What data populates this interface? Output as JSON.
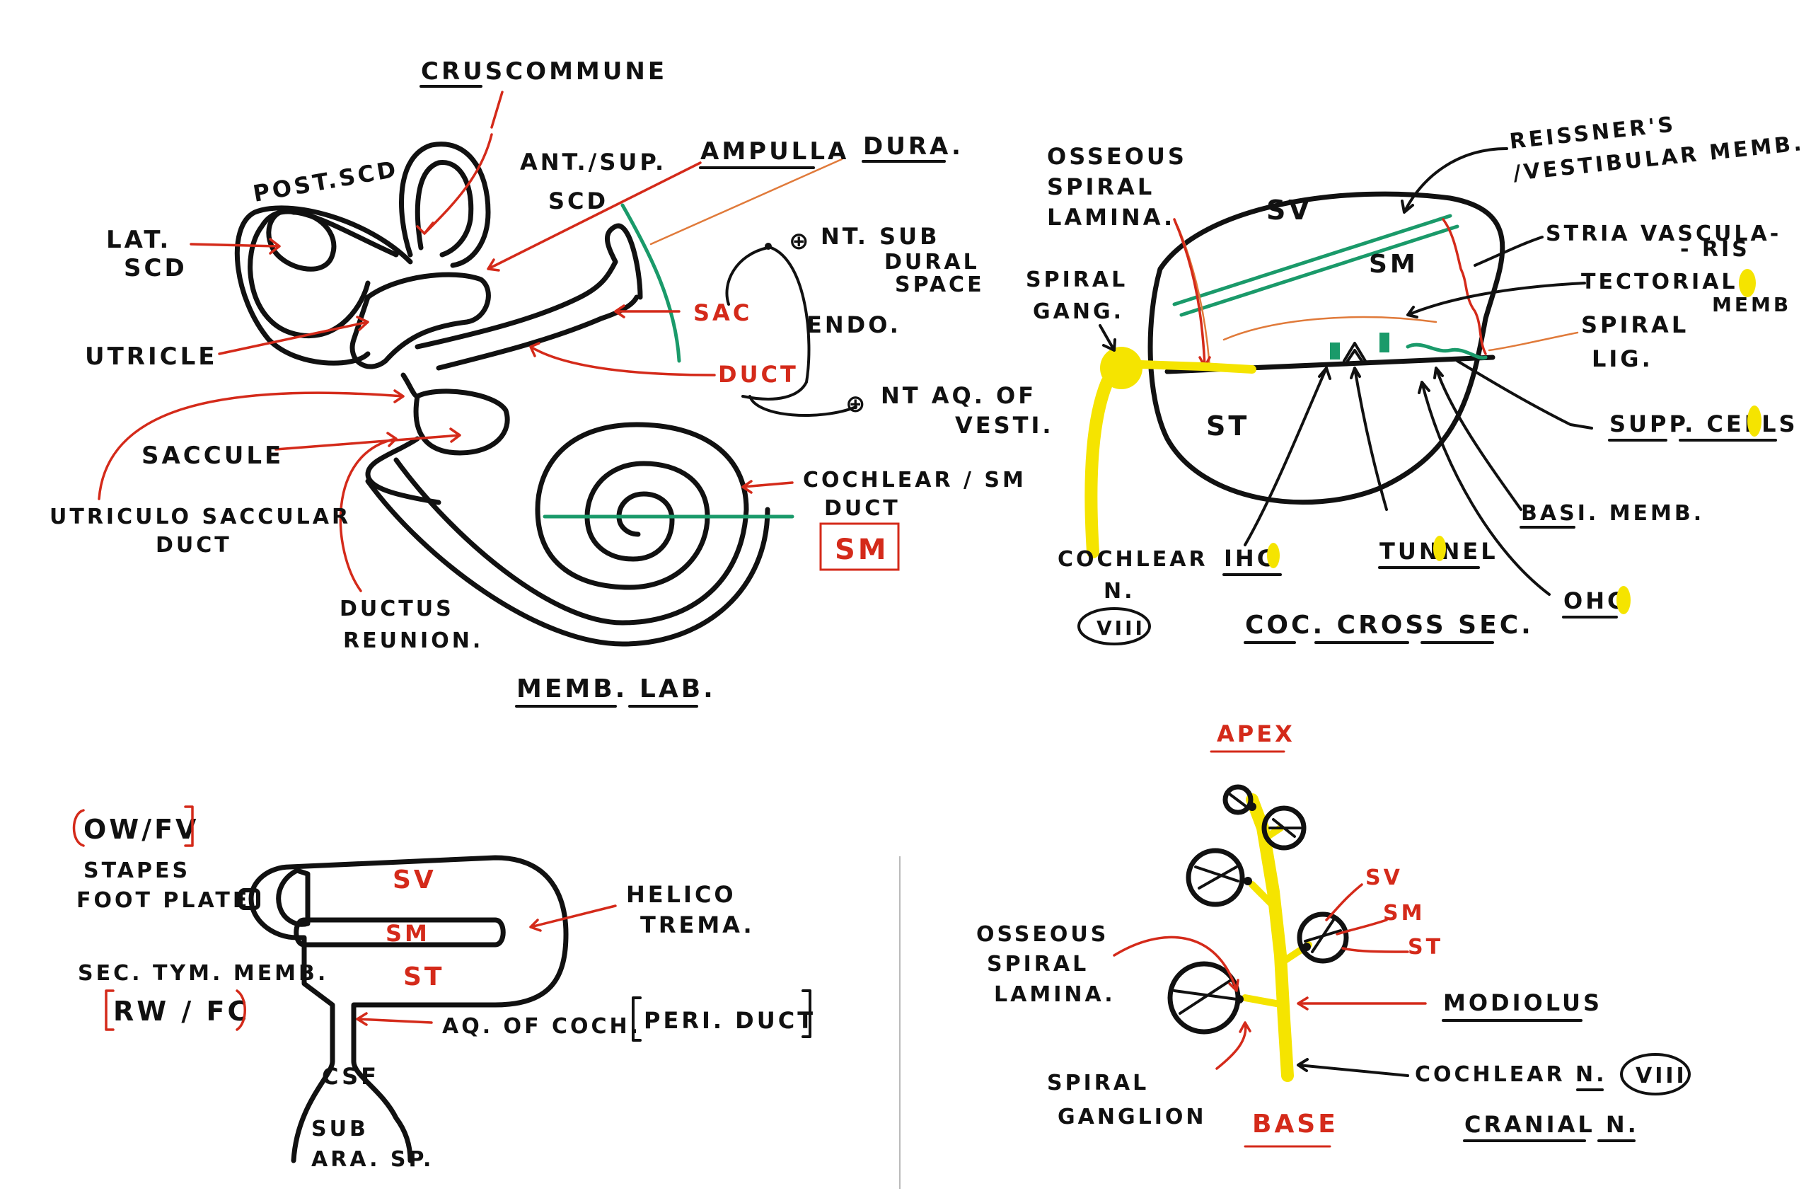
{
  "panels": {
    "membranous_labyrinth": {
      "title": "MEMB. LAB.",
      "labels": {
        "crus_commune": "CRUSCOMMUNE",
        "post_scd": "POST.SCD",
        "ant_sup": "ANT./SUP.",
        "scd": "SCD",
        "ampulla": "AMPULLA",
        "dura": "DURA.",
        "lat": "LAT.",
        "lat_scd": "SCD",
        "nt_sub": "NT. SUB",
        "dural": "DURAL",
        "space": "SPACE",
        "sac": "SAC",
        "endo": "ENDO.",
        "duct": "DUCT",
        "utricle": "UTRICLE",
        "nt_aq_of": "NT AQ. OF",
        "vesti": "VESTI.",
        "saccule": "SACCULE",
        "cochlear_sm": "COCHLEAR / SM",
        "cochlear_duct": "DUCT",
        "sm_boxed": "SM",
        "utriculo": "UTRICULO SACCULAR",
        "utriculo_duct": "DUCT",
        "ductus": "DUCTUS",
        "reunion": "REUNION."
      }
    },
    "cochlea_cross_section": {
      "title": "COC. CROSS SEC.",
      "labels": {
        "osseous": "OSSEOUS",
        "spiral": "SPIRAL",
        "lamina": "LAMINA.",
        "reissners": "REISSNER'S",
        "vestibular_memb": "/VESTIBULAR MEMB.",
        "sv": "SV",
        "sm": "SM",
        "st": "ST",
        "stria1": "STRIA VASCULA-",
        "stria2": "- RIS",
        "spiral_gang": "SPIRAL",
        "gang": "GANG.",
        "tectorial": "TECTORIAL",
        "memb": "MEMB",
        "spiral_lig": "SPIRAL",
        "lig": "LIG.",
        "supp_cells": "SUPP. CELLS",
        "basi_memb": "BASI. MEMB.",
        "cochlear_n": "COCHLEAR",
        "n": "N.",
        "viii": "VIII",
        "ihc": "IHC",
        "tunnel": "TUNNEL",
        "ohc": "OHC"
      }
    },
    "perilymph": {
      "labels": {
        "ow_fv": "OW/FV",
        "stapes": "STAPES",
        "foot_plate": "FOOT PLATE",
        "sv": "SV",
        "sm": "SM",
        "st": "ST",
        "helico": "HELICO",
        "trema": "TREMA.",
        "sec_tym": "SEC. TYM. MEMB.",
        "rw_fc": "RW / FC",
        "aq_coch": "AQ. OF COCH.",
        "peri_duct": "PERI. DUCT",
        "csf": "CSF",
        "sub": "SUB",
        "ara_sp": "ARA. SP."
      }
    },
    "modiolus": {
      "labels": {
        "apex": "APEX",
        "sv": "SV",
        "sm": "SM",
        "st": "ST",
        "osseous": "OSSEOUS",
        "spiral": "SPIRAL",
        "lamina": "LAMINA.",
        "modiolus": "MODIOLUS",
        "spiral_ganglion": "SPIRAL",
        "ganglion": "GANGLION",
        "base": "BASE",
        "cochlear_n": "COCHLEAR N.",
        "viii": "VIII",
        "cranial_n": "CRANIAL N."
      }
    }
  }
}
